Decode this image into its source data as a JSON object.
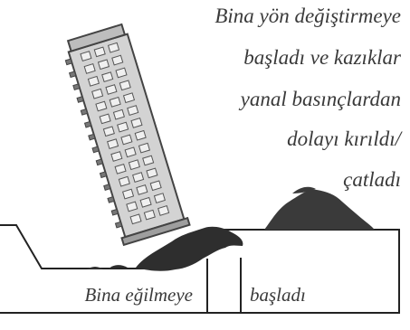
{
  "top_caption": {
    "line1": "Bina yön değiştirmeye",
    "line2": "başladı ve kazıklar",
    "line3": "yanal basınçlardan",
    "line4": "dolayı kırıldı/",
    "line5": "çatladı"
  },
  "bottom_caption": {
    "left": "Bina eğilmeye",
    "right": "başladı"
  },
  "colors": {
    "building_fill": "#d3d3d3",
    "building_stroke": "#444444",
    "window_fill": "#f0f0f0",
    "soil_fill": "#2e2e2e",
    "ground_line": "#222222",
    "text": "#3a3a3a"
  }
}
